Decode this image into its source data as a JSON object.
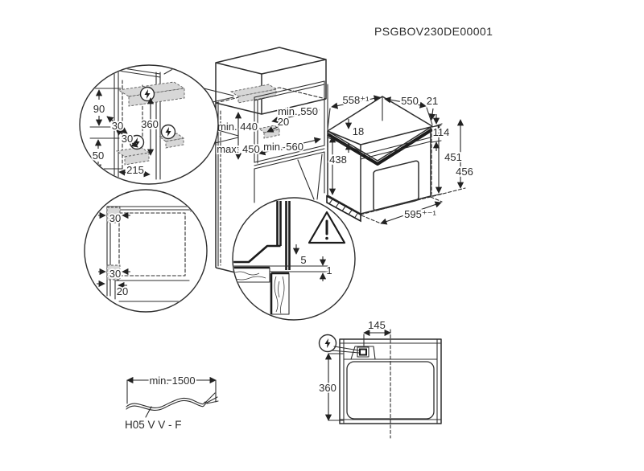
{
  "title": "PSGBOV230DE00001",
  "detail_side_mount": {
    "dim_90": "90",
    "dim_30_upper": "30",
    "dim_360": "360",
    "dim_30_lower": "30",
    "dim_50": "50",
    "dim_215": "215",
    "icon": "lightning-bolt"
  },
  "detail_plan_view": {
    "dim_30_top": "30",
    "dim_30_bottom": "30",
    "dim_20": "20"
  },
  "detail_front_gap": {
    "dim_5": "5",
    "dim_1": "1",
    "icon": "warning-triangle"
  },
  "niche": {
    "dim_min_440": "min. 440",
    "dim_max_450": "max: 450",
    "dim_min_550": "min. 550",
    "dim_20": "20",
    "dim_min_560": "min. 560"
  },
  "oven": {
    "dim_558": "558⁺¹",
    "dim_550": "550",
    "dim_21": "21",
    "dim_18": "18",
    "dim_114": "114",
    "dim_438": "438",
    "dim_451": "451",
    "dim_456": "456",
    "dim_595": "595⁺⁻¹"
  },
  "top_view": {
    "dim_145": "145",
    "dim_360": "360",
    "icon": "lightning-bolt"
  },
  "cable": {
    "length": "min. 1500",
    "type": "H05 V V - F"
  },
  "colors": {
    "line": "#2e2e2e",
    "shade": "#d7d7d7",
    "background": "#ffffff"
  }
}
